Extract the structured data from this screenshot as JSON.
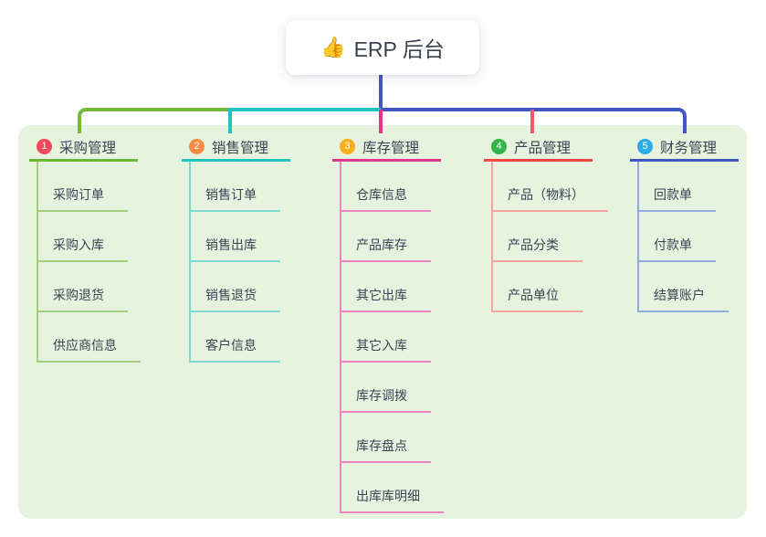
{
  "root": {
    "title": "ERP 后台",
    "icon_glyph": "👍"
  },
  "colors": {
    "canvas": "#FFFFFF",
    "panel": "#E5F3DF",
    "text": "#3C4454"
  },
  "connectors": {
    "stem_color": "#4355C4",
    "bus_left_color": "#74B93C",
    "bus_mid_color": "#1FC4C0",
    "bus_right_color": "#4355C4",
    "drop_inventory_color": "#E1388F",
    "drop_product_color": "#F4586A"
  },
  "branches": [
    {
      "index": "1",
      "label": "采购管理",
      "badge_color": "#F4485F",
      "line_color": "#6FB73A",
      "light_color": "#A6CF80",
      "children": [
        "采购订单",
        "采购入库",
        "采购退货",
        "供应商信息"
      ]
    },
    {
      "index": "2",
      "label": "销售管理",
      "badge_color": "#F98B45",
      "line_color": "#1FC4C0",
      "light_color": "#7FD8D2",
      "children": [
        "销售订单",
        "销售出库",
        "销售退货",
        "客户信息"
      ]
    },
    {
      "index": "3",
      "label": "库存管理",
      "badge_color": "#FBAD1A",
      "line_color": "#E1388F",
      "light_color": "#F083BF",
      "children": [
        "仓库信息",
        "产品库存",
        "其它出库",
        "其它入库",
        "库存调拨",
        "库存盘点",
        "出库库明细"
      ]
    },
    {
      "index": "4",
      "label": "产品管理",
      "badge_color": "#35B44A",
      "line_color": "#F44744",
      "light_color": "#F7A4A0",
      "children": [
        "产品（物料）",
        "产品分类",
        "产品单位"
      ]
    },
    {
      "index": "5",
      "label": "财务管理",
      "badge_color": "#29ACE9",
      "line_color": "#3E56C3",
      "light_color": "#94A9DC",
      "children": [
        "回款单",
        "付款单",
        "结算账户"
      ]
    }
  ]
}
